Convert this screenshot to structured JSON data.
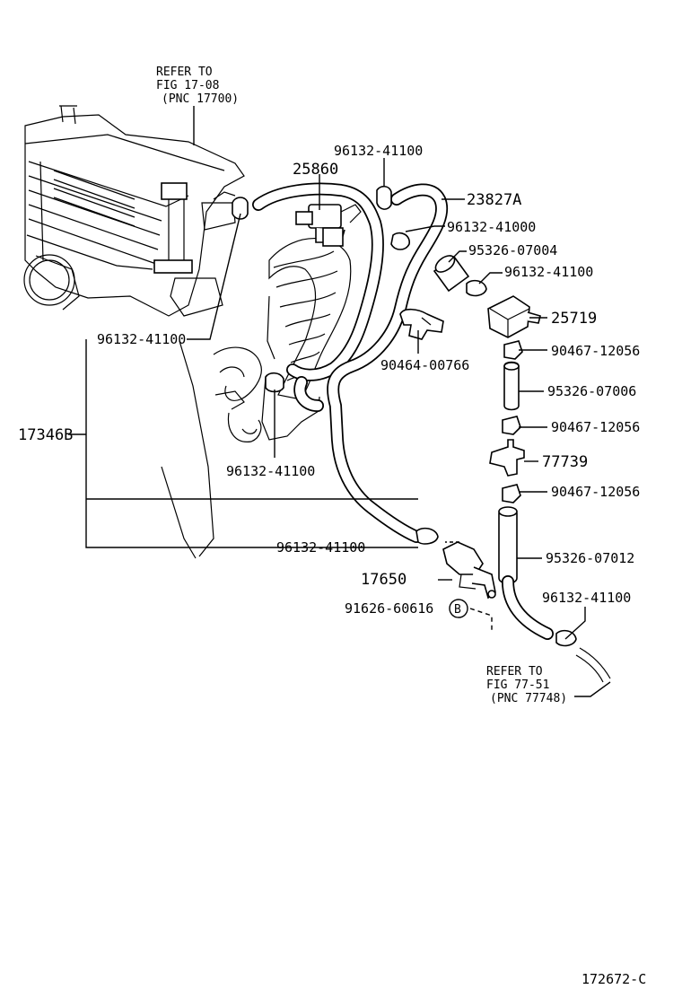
{
  "refs": {
    "top": [
      "REFER TO",
      "FIG 17-08",
      "(PNC 17700)"
    ],
    "bottom": [
      "REFER TO",
      "FIG 77-51",
      "(PNC 77748)"
    ]
  },
  "labels": {
    "p_96132_41100_top": "96132-41100",
    "p_25860": "25860",
    "p_23827A": "23827A",
    "p_96132_41000": "96132-41000",
    "p_95326_07004": "95326-07004",
    "p_96132_41100_b": "96132-41100",
    "p_25719": "25719",
    "p_96132_41100_left": "96132-41100",
    "p_90464_00766": "90464-00766",
    "p_90467_12056_a": "90467-12056",
    "p_95326_07006": "95326-07006",
    "p_17346B": "17346B",
    "p_90467_12056_b": "90467-12056",
    "p_96132_41100_mid": "96132-41100",
    "p_77739": "77739",
    "p_90467_12056_c": "90467-12056",
    "p_96132_41100_low": "96132-41100",
    "p_95326_07012": "95326-07012",
    "p_17650": "17650",
    "p_96132_41100_right": "96132-41100",
    "p_91626_60616": "91626-60616",
    "callout_B": "B"
  },
  "figure_code": "172672-C"
}
